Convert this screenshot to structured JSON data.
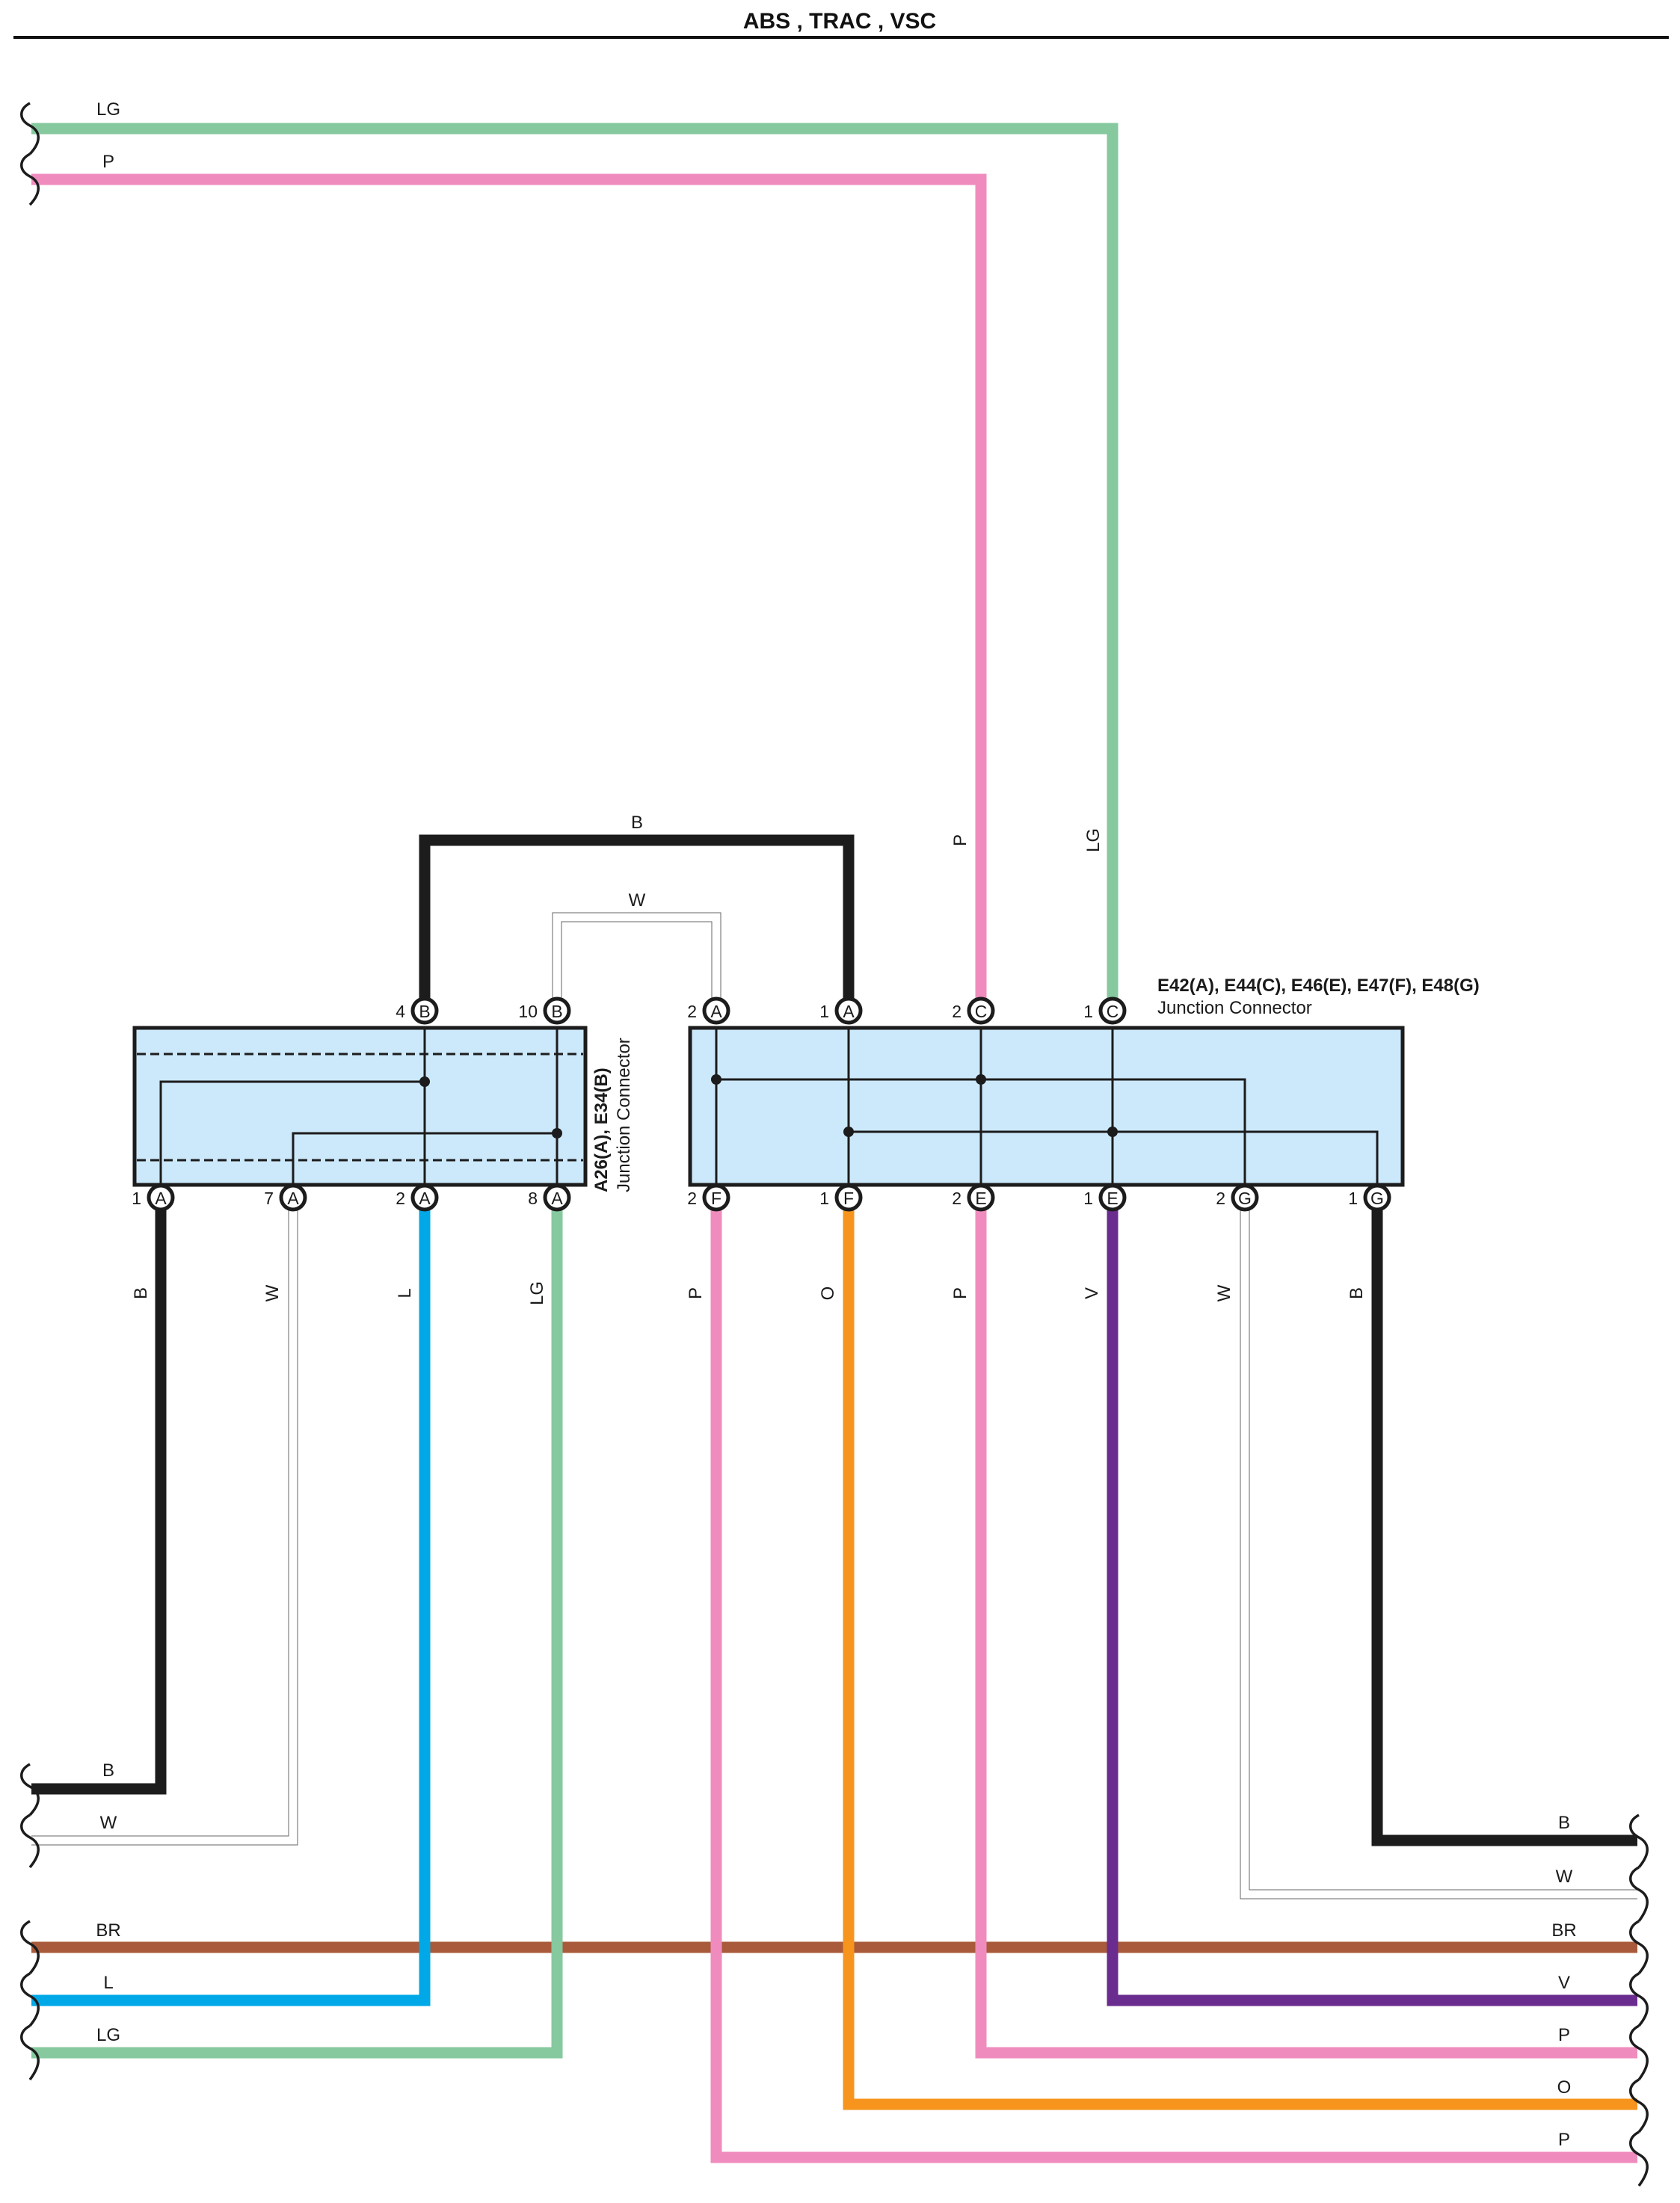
{
  "title": "ABS , TRAC , VSC",
  "colors": {
    "LG": "#86c99e",
    "P": "#ef8cbd",
    "B": "#1c1c1c",
    "W": "#ffffff",
    "L": "#00a8e8",
    "BR": "#a85a3a",
    "O": "#f7941d",
    "V": "#6a2c8e",
    "box_fill": "#cce9fb",
    "outline": "#666666"
  },
  "connectors": {
    "left": {
      "name": "A26(A), E34(B)",
      "desc": "Junction Connector",
      "pins_top": [
        {
          "num": "4",
          "letter": "B"
        },
        {
          "num": "10",
          "letter": "B"
        }
      ],
      "pins_bottom": [
        {
          "num": "1",
          "letter": "A"
        },
        {
          "num": "7",
          "letter": "A"
        },
        {
          "num": "2",
          "letter": "A"
        },
        {
          "num": "8",
          "letter": "A"
        }
      ]
    },
    "right": {
      "name": "E42(A), E44(C), E46(E), E47(F), E48(G)",
      "desc": "Junction Connector",
      "pins_top": [
        {
          "num": "2",
          "letter": "A"
        },
        {
          "num": "1",
          "letter": "A"
        },
        {
          "num": "2",
          "letter": "C"
        },
        {
          "num": "1",
          "letter": "C"
        }
      ],
      "pins_bottom": [
        {
          "num": "2",
          "letter": "F"
        },
        {
          "num": "1",
          "letter": "F"
        },
        {
          "num": "2",
          "letter": "E"
        },
        {
          "num": "1",
          "letter": "E"
        },
        {
          "num": "2",
          "letter": "G"
        },
        {
          "num": "1",
          "letter": "G"
        }
      ]
    }
  },
  "wires": {
    "top_left": [
      "LG",
      "P"
    ],
    "bridge_b": "B",
    "bridge_w": "W",
    "vert_upper": [
      "P",
      "LG"
    ],
    "vert_left": [
      "B",
      "W",
      "L",
      "LG"
    ],
    "vert_right": [
      "P",
      "O",
      "P",
      "V",
      "W",
      "B"
    ],
    "bottom_left": [
      "B",
      "W",
      "BR",
      "L",
      "LG"
    ],
    "bottom_right": [
      "B",
      "W",
      "BR",
      "V",
      "P",
      "O",
      "P"
    ]
  }
}
